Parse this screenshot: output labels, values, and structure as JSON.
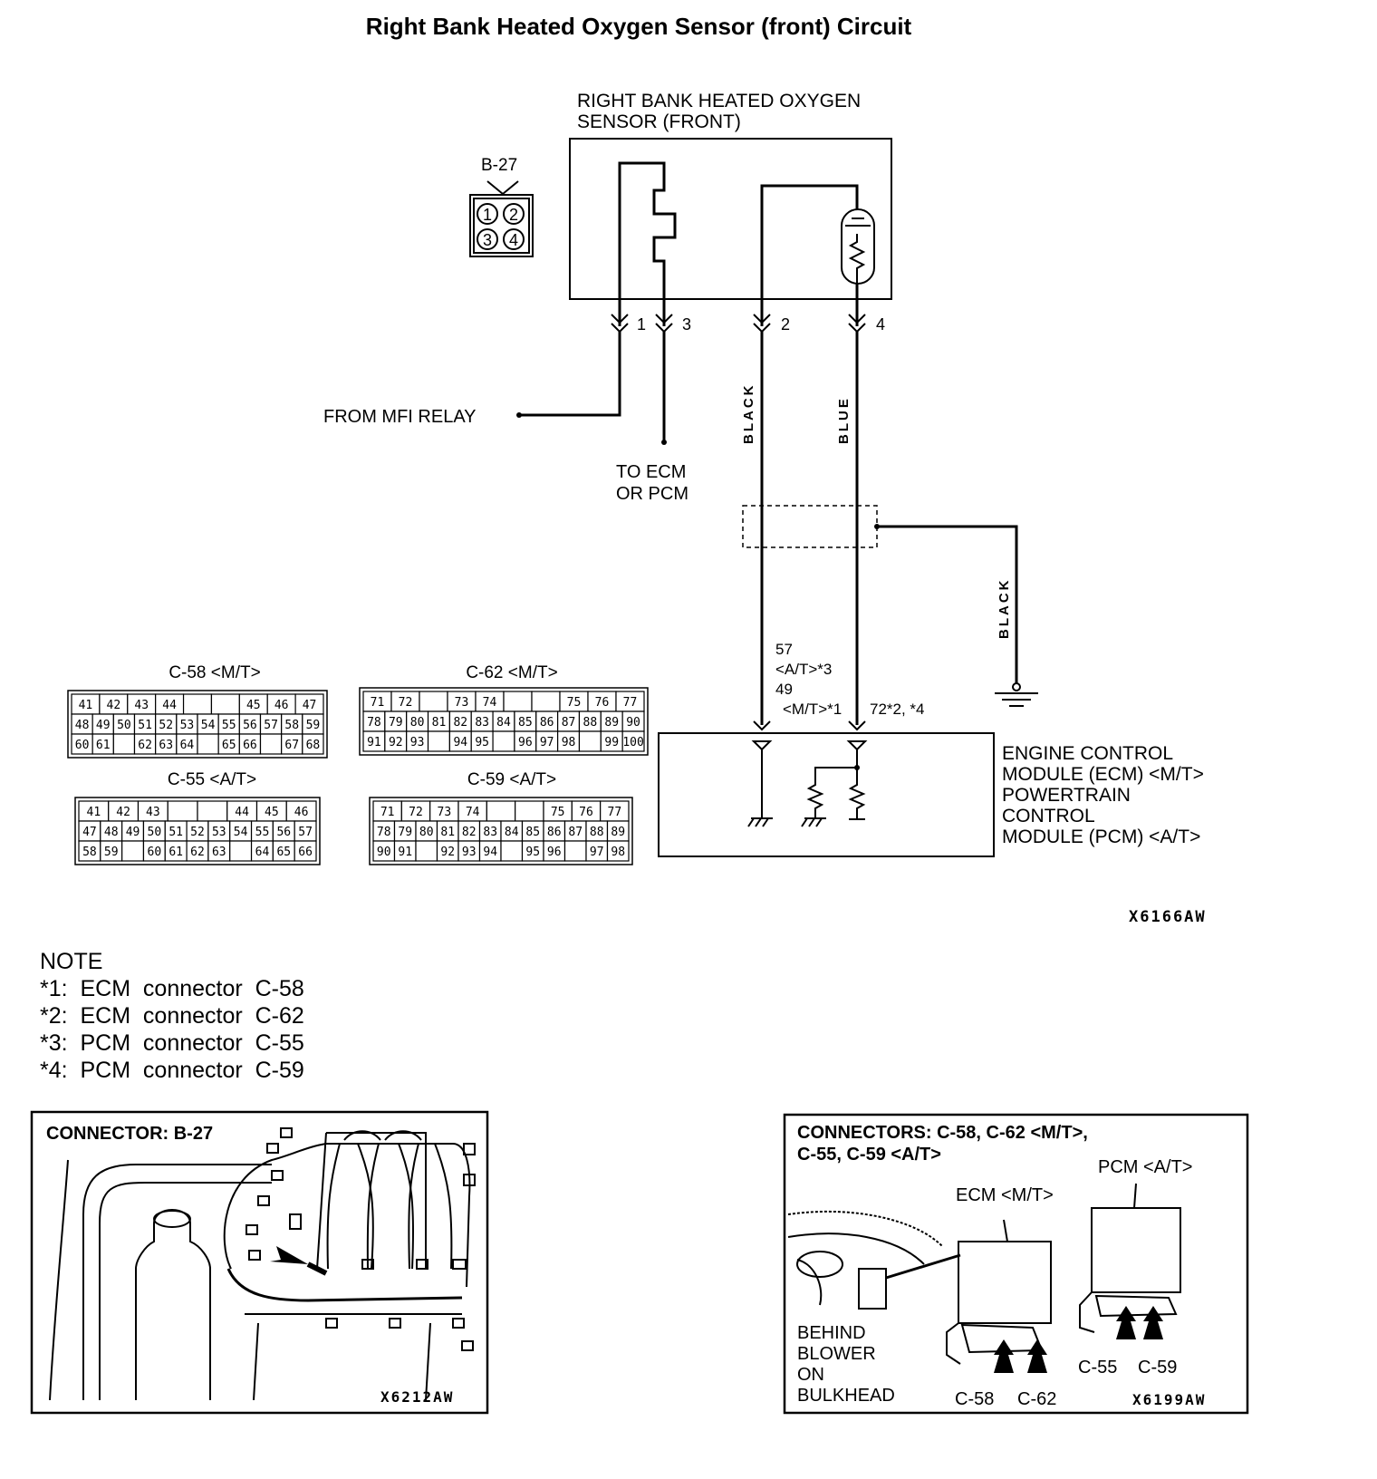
{
  "title": "Right Bank Heated Oxygen Sensor (front) Circuit",
  "sensor": {
    "label_line1": "RIGHT BANK HEATED OXYGEN",
    "label_line2": "SENSOR (FRONT)",
    "connector": "B-27",
    "pins": [
      "1",
      "2",
      "3",
      "4"
    ]
  },
  "wiring": {
    "pin1": "1",
    "pin3": "3",
    "pin2": "2",
    "pin4": "4",
    "from_mfi": "FROM MFI RELAY",
    "to_ecm_line1": "TO  ECM",
    "to_ecm_line2": "OR PCM",
    "wire_black": "BLACK",
    "wire_blue": "BLUE",
    "wire_ground_black": "BLACK",
    "term_57": "57",
    "term_at": "<A/T>*3",
    "term_49": "49",
    "term_mt": "<M/T>*1",
    "term_72": "72*2, *4"
  },
  "module": {
    "line1": "ENGINE CONTROL",
    "line2": "MODULE (ECM) <M/T>",
    "line3": "POWERTRAIN",
    "line4": "CONTROL",
    "line5": "MODULE (PCM) <A/T>"
  },
  "connectors": {
    "c58": {
      "title": "C-58 <M/T>",
      "rows": [
        [
          "41",
          "42",
          "43",
          "44",
          "",
          "",
          "45",
          "46",
          "47"
        ],
        [
          "48",
          "49",
          "50",
          "51",
          "52",
          "53",
          "54",
          "55",
          "56",
          "57",
          "58",
          "59"
        ],
        [
          "60",
          "61",
          "",
          "62",
          "63",
          "64",
          "",
          "65",
          "66",
          "",
          "67",
          "68"
        ]
      ]
    },
    "c62": {
      "title": "C-62 <M/T>",
      "rows": [
        [
          "71",
          "72",
          "",
          "73",
          "74",
          "",
          "",
          "75",
          "76",
          "77"
        ],
        [
          "78",
          "79",
          "80",
          "81",
          "82",
          "83",
          "84",
          "85",
          "86",
          "87",
          "88",
          "89",
          "90"
        ],
        [
          "91",
          "92",
          "93",
          "",
          "94",
          "95",
          "",
          "96",
          "97",
          "98",
          "",
          "99",
          "100"
        ]
      ]
    },
    "c55": {
      "title": "C-55 <A/T>",
      "rows": [
        [
          "41",
          "42",
          "43",
          "",
          "",
          "44",
          "45",
          "46"
        ],
        [
          "47",
          "48",
          "49",
          "50",
          "51",
          "52",
          "53",
          "54",
          "55",
          "56",
          "57"
        ],
        [
          "58",
          "59",
          "",
          "60",
          "61",
          "62",
          "63",
          "",
          "64",
          "65",
          "66"
        ]
      ]
    },
    "c59": {
      "title": "C-59 <A/T>",
      "rows": [
        [
          "71",
          "72",
          "73",
          "74",
          "",
          "",
          "75",
          "76",
          "77"
        ],
        [
          "78",
          "79",
          "80",
          "81",
          "82",
          "83",
          "84",
          "85",
          "86",
          "87",
          "88",
          "89"
        ],
        [
          "90",
          "91",
          "",
          "92",
          "93",
          "94",
          "",
          "95",
          "96",
          "",
          "97",
          "98"
        ]
      ]
    }
  },
  "figure_code_1": "X6166AW",
  "note": {
    "heading": "NOTE",
    "items": [
      "*1:  ECM  connector  C-58",
      "*2:  ECM  connector  C-62",
      "*3:  PCM  connector  C-55",
      "*4:  PCM  connector  C-59"
    ]
  },
  "panel_left": {
    "title": "CONNECTOR: B-27",
    "code": "X6212AW"
  },
  "panel_right": {
    "title_line1": "CONNECTORS: C-58, C-62 <M/T>,",
    "title_line2": "C-55, C-59 <A/T>",
    "pcm_label": "PCM <A/T>",
    "ecm_label": "ECM <M/T>",
    "location_line1": "BEHIND",
    "location_line2": "BLOWER",
    "location_line3": "ON",
    "location_line4": "BULKHEAD",
    "c58": "C-58",
    "c62": "C-62",
    "c55": "C-55",
    "c59": "C-59",
    "code": "X6199AW"
  }
}
